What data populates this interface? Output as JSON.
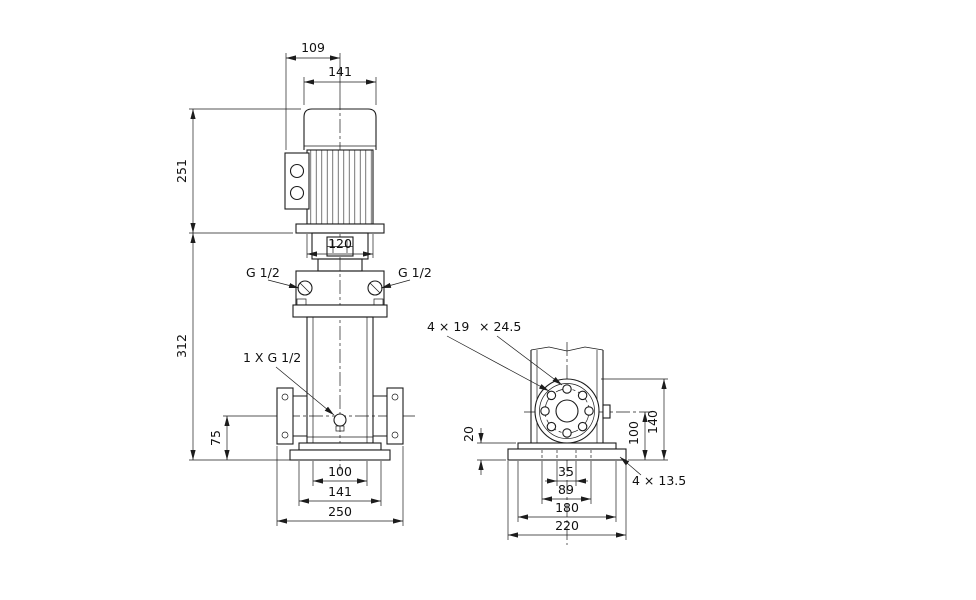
{
  "colors": {
    "background": "#ffffff",
    "line": "#1c1c1c",
    "text": "#111111"
  },
  "front_view": {
    "dim_109": "109",
    "dim_141_top": "141",
    "dim_251_motor_height": "251",
    "dim_120": "120",
    "port_left": "G 1/2",
    "port_right": "G 1/2",
    "dim_312_pump_height": "312",
    "drain_label": "1 X G 1/2",
    "dim_75": "75",
    "dim_100": "100",
    "dim_141_bottom": "141",
    "dim_250": "250"
  },
  "side_view": {
    "hole_note_1": "4 × 19",
    "hole_note_2": "× 24.5",
    "dim_20": "20",
    "dim_100": "100",
    "dim_140": "140",
    "dim_35": "35",
    "dim_89": "89",
    "dim_180": "180",
    "dim_220": "220",
    "base_hole_note": "4 × 13.5"
  }
}
